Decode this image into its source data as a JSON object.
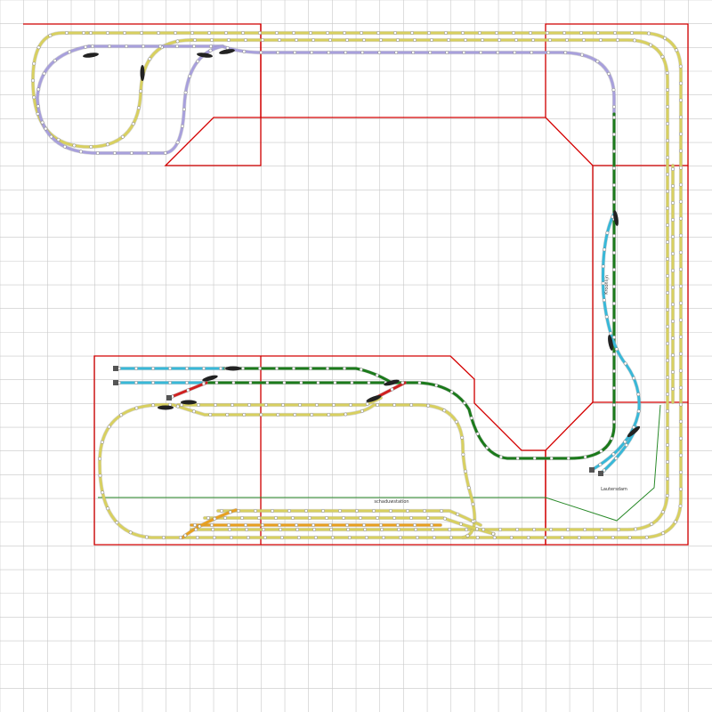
{
  "labels": {
    "hidden_yard": "schaduwstation",
    "branch_station": "Lautersdam",
    "branch_line": "Kroonlijn"
  },
  "colors": {
    "grid": "#c8c8c8",
    "board_outline": "#d40000",
    "mainline_track": "#d8d060",
    "upper_loop_track": "#a8a0dc",
    "branch_track": "#1b7a1b",
    "station_track": "#38b8d8",
    "siding_track": "#d02020",
    "orange_track": "#e8a020",
    "sleeper_joint": "#ffffff",
    "buffer": "#555555",
    "turnout_blade": "#222222",
    "annotation_line": "#2a8a2a"
  },
  "legend_icons": [
    "track-joint-icon",
    "turnout-icon",
    "buffer-stop-icon"
  ]
}
